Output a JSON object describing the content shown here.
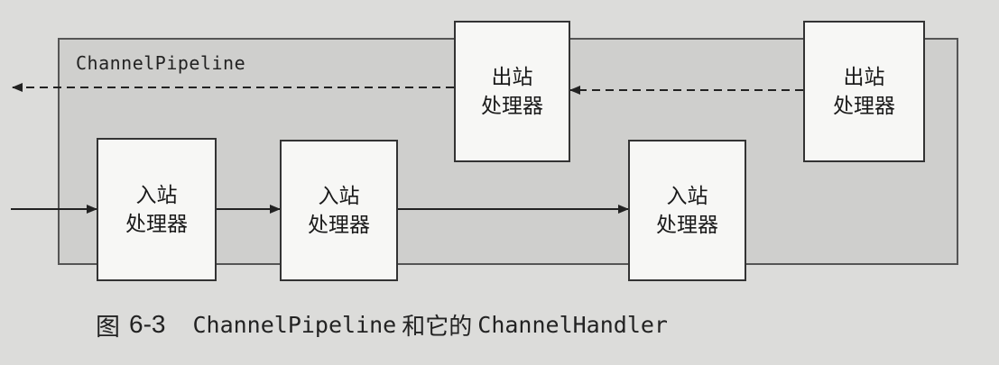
{
  "diagram": {
    "pipeline_label": "ChannelPipeline",
    "handlers": {
      "outbound_1": {
        "line1": "出站",
        "line2": "处理器"
      },
      "outbound_2": {
        "line1": "出站",
        "line2": "处理器"
      },
      "inbound_1": {
        "line1": "入站",
        "line2": "处理器"
      },
      "inbound_2": {
        "line1": "入站",
        "line2": "处理器"
      },
      "inbound_3": {
        "line1": "入站",
        "line2": "处理器"
      }
    }
  },
  "caption": {
    "figure": "图",
    "number": "6-3",
    "part1": "ChannelPipeline",
    "middle": "和它的",
    "part2": "ChannelHandler"
  }
}
